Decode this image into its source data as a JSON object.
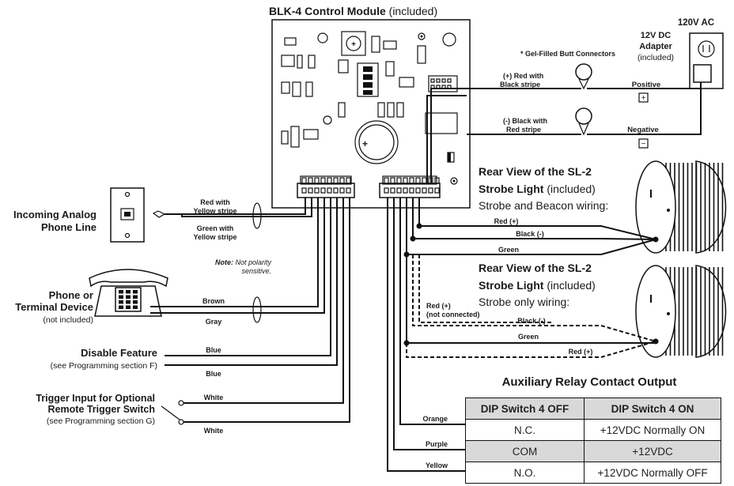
{
  "module": {
    "title": "BLK-4 Control Module",
    "title_suffix": " (included)"
  },
  "power": {
    "ac_label": "120V AC",
    "adapter_label_1": "12V DC",
    "adapter_label_2": "Adapter",
    "adapter_label_3": "(included)",
    "gel_label": "* Gel-Filled Butt Connectors",
    "pos_wire_1": "(+) Red with",
    "pos_wire_2": "Black stripe",
    "neg_wire_1": "(-) Black with",
    "neg_wire_2": "Red stripe",
    "positive": "Positive",
    "negative": "Negative",
    "plus_symbol": "+",
    "minus_symbol": "−"
  },
  "phone_line": {
    "label_1": "Incoming Analog",
    "label_2": "Phone Line",
    "wire1_1": "Red with",
    "wire1_2": "Yellow stripe",
    "wire2_1": "Green with",
    "wire2_2": "Yellow stripe",
    "note_label": "Note:",
    "note_text_1": " Not polarity",
    "note_text_2": "sensitive."
  },
  "phone_device": {
    "label_1": "Phone or",
    "label_2": "Terminal Device",
    "label_3": "(not included)",
    "wire1": "Brown",
    "wire2": "Gray"
  },
  "disable": {
    "label": "Disable Feature",
    "sub": "(see Programming section F)",
    "wire1": "Blue",
    "wire2": "Blue"
  },
  "trigger": {
    "label_1": "Trigger Input for Optional",
    "label_2": "Remote Trigger Switch",
    "sub": "(see Programming section G)",
    "wire1": "White",
    "wire2": "White"
  },
  "strobe1": {
    "title_1": "Rear View of the SL-2",
    "title_2_bold": "Strobe Light",
    "title_2_rest": " (included)",
    "title_3": "Strobe and Beacon wiring:",
    "red": "Red (+)",
    "black": "Black (-)",
    "green": "Green"
  },
  "strobe2": {
    "title_1": "Rear View of the SL-2",
    "title_2_bold": "Strobe Light",
    "title_2_rest": " (included)",
    "title_3": "Strobe only wiring:",
    "red_1": "Red (+)",
    "red_2": "(not connected)",
    "black": "Black (-)",
    "green": "Green",
    "red": "Red (+)"
  },
  "relay": {
    "title": "Auxiliary Relay Contact Output",
    "wire_orange": "Orange",
    "wire_purple": "Purple",
    "wire_yellow": "Yellow",
    "headers": [
      "DIP Switch 4 OFF",
      "DIP Switch 4 ON"
    ],
    "rows": [
      [
        "N.C.",
        "+12VDC Normally ON"
      ],
      [
        "COM",
        "+12VDC"
      ],
      [
        "N.O.",
        "+12VDC Normally OFF"
      ]
    ]
  },
  "colors": {
    "line": "#111111",
    "table_shade": "#d9d9d9"
  }
}
